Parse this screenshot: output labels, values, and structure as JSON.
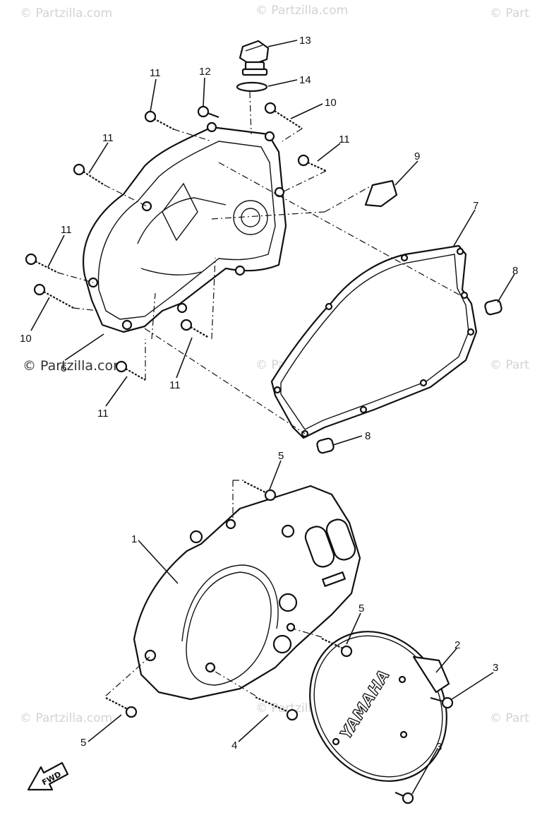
{
  "watermarks": {
    "main": "© Partzilla.com",
    "faint": "© Partzilla.com",
    "partial": "© Part"
  },
  "callouts": {
    "c1": "1",
    "c2": "2",
    "c3": "3",
    "c4": "4",
    "c5": "5",
    "c6": "6",
    "c7": "7",
    "c8": "8",
    "c9": "9",
    "c10": "10",
    "c11": "11",
    "c12": "12",
    "c13": "13",
    "c14": "14"
  },
  "cover_brand": "YAMAHA",
  "fwd_label": "FWD"
}
